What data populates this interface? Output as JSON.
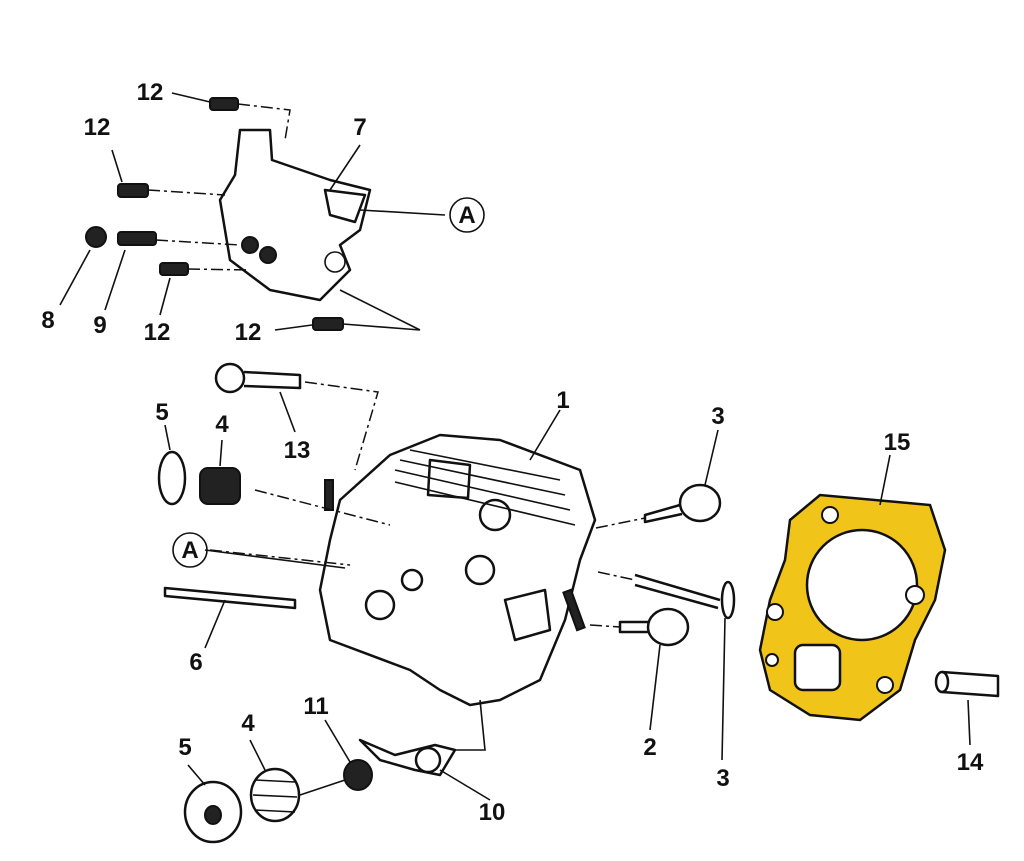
{
  "title": "Cylinder head exploded parts diagram",
  "callouts": [
    "12",
    "12",
    "7",
    "A",
    "8",
    "9",
    "12",
    "12",
    "1",
    "3",
    "15",
    "5",
    "4",
    "13",
    "A",
    "6",
    "2",
    "3",
    "14",
    "5",
    "4",
    "11",
    "10"
  ],
  "colors": {
    "gasket": "#f0c419",
    "line": "#111111"
  }
}
